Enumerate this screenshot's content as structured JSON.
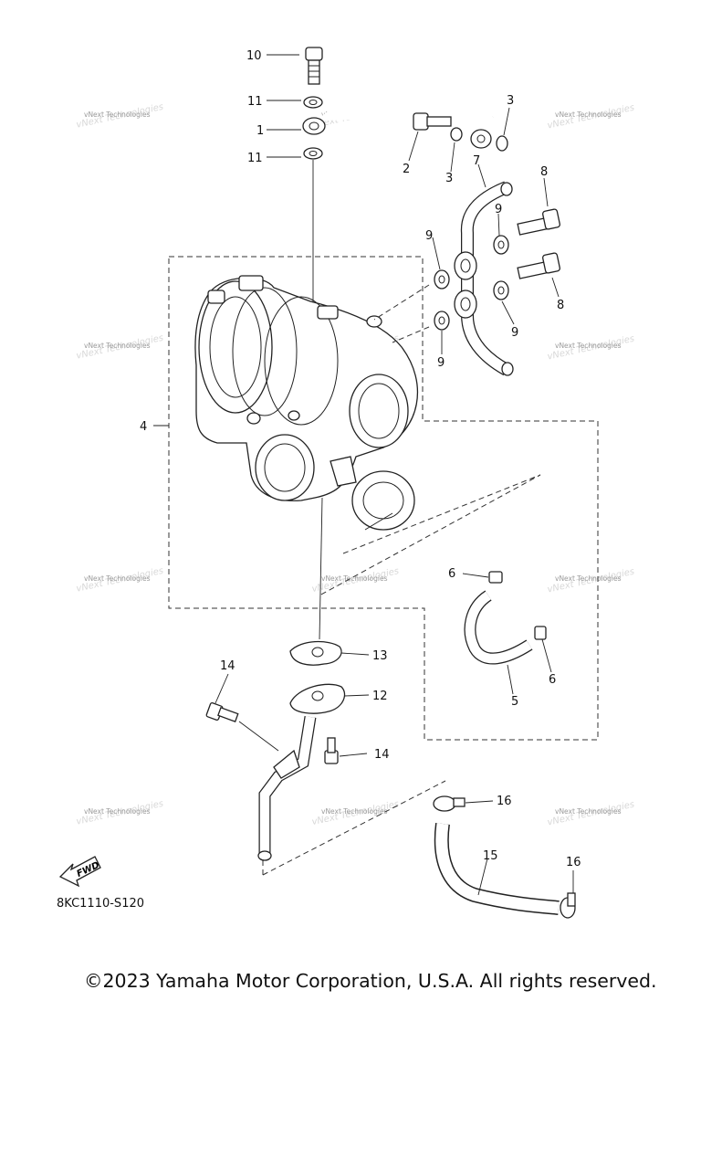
{
  "callouts": [
    {
      "id": "c10",
      "text": "10"
    },
    {
      "id": "c11a",
      "text": "11"
    },
    {
      "id": "c1",
      "text": "1"
    },
    {
      "id": "c11b",
      "text": "11"
    },
    {
      "id": "c3a",
      "text": "3"
    },
    {
      "id": "c2",
      "text": "2"
    },
    {
      "id": "c3b",
      "text": "3"
    },
    {
      "id": "c7",
      "text": "7"
    },
    {
      "id": "c8a",
      "text": "8"
    },
    {
      "id": "c9a",
      "text": "9"
    },
    {
      "id": "c9b",
      "text": "9"
    },
    {
      "id": "c8b",
      "text": "8"
    },
    {
      "id": "c9c",
      "text": "9"
    },
    {
      "id": "c9d",
      "text": "9"
    },
    {
      "id": "c4",
      "text": "4"
    },
    {
      "id": "c6a",
      "text": "6"
    },
    {
      "id": "c6b",
      "text": "6"
    },
    {
      "id": "c5",
      "text": "5"
    },
    {
      "id": "c13",
      "text": "13"
    },
    {
      "id": "c14a",
      "text": "14"
    },
    {
      "id": "c12",
      "text": "12"
    },
    {
      "id": "c14b",
      "text": "14"
    },
    {
      "id": "c16a",
      "text": "16"
    },
    {
      "id": "c15",
      "text": "15"
    },
    {
      "id": "c16b",
      "text": "16"
    }
  ],
  "fwd_label": "FWD",
  "diagram_code": "8KC1110-S120",
  "watermark": "vNext Technologies",
  "copyright": "©2023 Yamaha Motor Corporation, U.S.A. All rights reserved."
}
